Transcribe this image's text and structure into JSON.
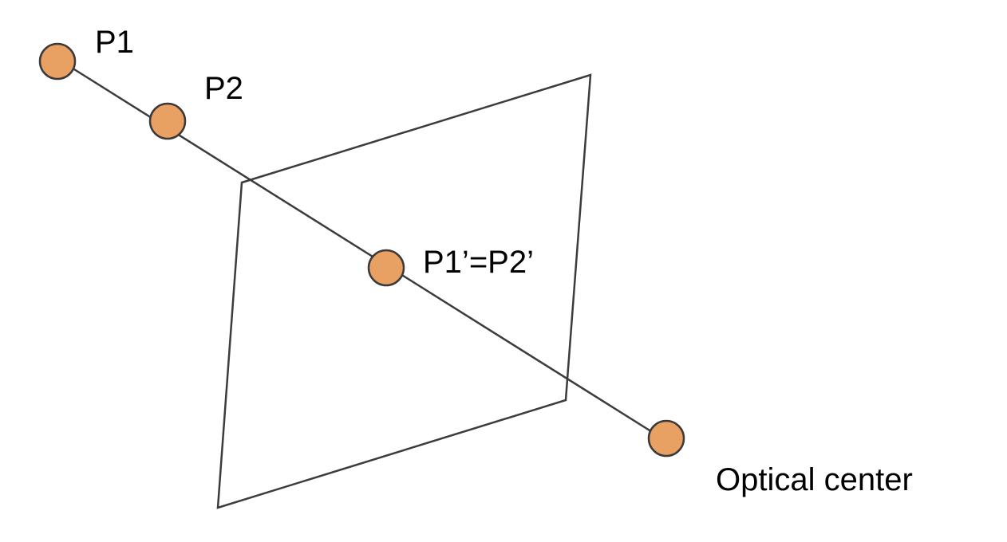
{
  "colors": {
    "point_fill": "#E9A063",
    "stroke": "#3C3C3C",
    "text": "#000000",
    "background": "#FFFFFF"
  },
  "labels": {
    "p1": "P1",
    "p2": "P2",
    "projection": "P1’=P2’",
    "optical_center": "Optical center"
  }
}
